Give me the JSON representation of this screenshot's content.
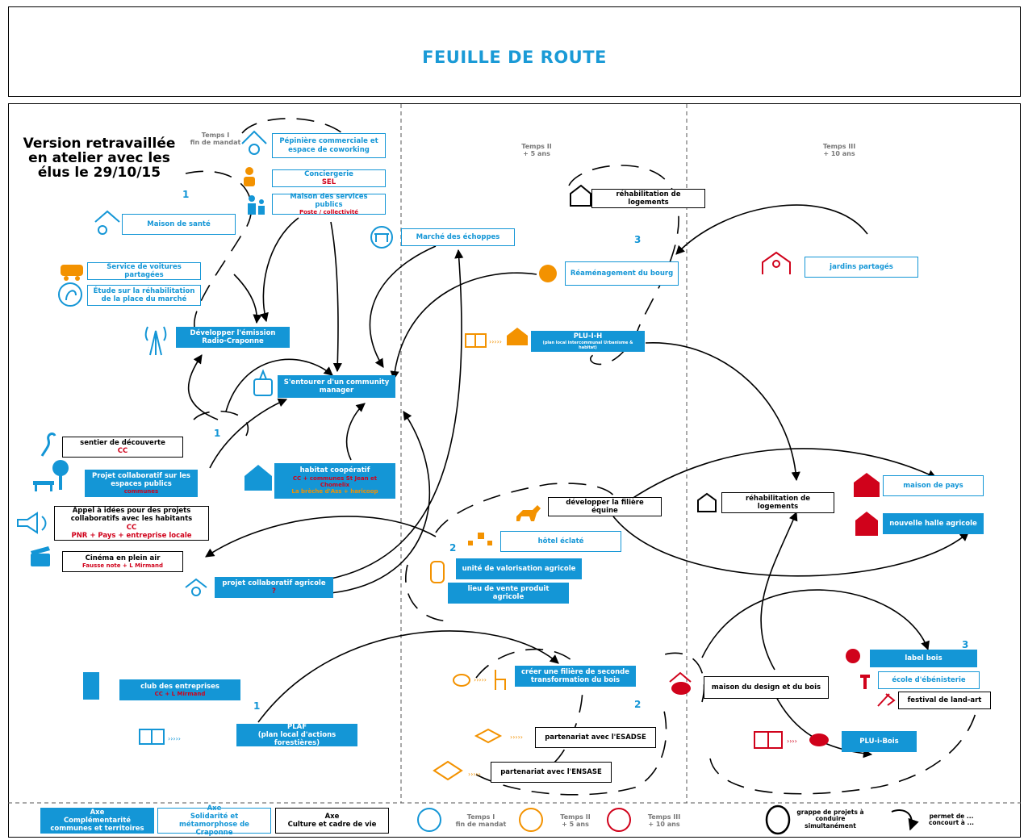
{
  "title": "FEUILLE DE ROUTE",
  "note": "Version retravaillée en atelier avec les élus le 29/10/15",
  "phases": [
    {
      "label": "Temps I",
      "sub": "fin de mandat"
    },
    {
      "label": "Temps II",
      "sub": "+ 5 ans"
    },
    {
      "label": "Temps III",
      "sub": "+ 10 ans"
    }
  ],
  "cluster_numbers": [
    "1",
    "3",
    "1",
    "2",
    "3",
    "1",
    "2"
  ],
  "nodes": {
    "pepiniere": "Pépinière commerciale et espace de coworking",
    "conciergerie": "Conciergerie",
    "conciergerie_sub": "SEL",
    "maison_services": "Maison des services publics",
    "maison_services_sub": "Poste / collectivité",
    "maison_sante": "Maison de santé",
    "voitures": "Service de voitures partagées",
    "etude_place": "Étude sur la réhabilitation de la place du marché",
    "radio": "Développer l'émission Radio-Craponne",
    "community": "S'entourer d'un community manager",
    "marche_echoppes": "Marché des échoppes",
    "rehab_logements_1": "réhabilitation de logements",
    "reamenagement": "Réaménagement du bourg",
    "plu_ih": "PLU-I-H",
    "plu_ih_sub": "(plan local intercommunal Urbanisme & habitat)",
    "jardins": "jardins partagés",
    "sentier": "sentier de découverte",
    "sentier_sub": "CC",
    "projet_espaces": "Projet collaboratif sur les espaces publics",
    "projet_espaces_sub": "communes",
    "appel": "Appel à idées pour des projets collaboratifs avec les habitants",
    "appel_sub1": "CC",
    "appel_sub2": "PNR + Pays + entreprise locale",
    "cinema": "Cinéma en plein air",
    "cinema_sub": "Fausse note + L Mirmand",
    "habitat": "habitat coopératif",
    "habitat_sub1": "CC + communes St Jean et Chomelix",
    "habitat_sub2": "La brèche d'Ass + haricoop",
    "projet_agricole": "projet collaboratif agricole",
    "projet_agricole_sub": "?",
    "filiere_equine": "développer la filière équine",
    "hotel": "hôtel éclaté",
    "unite": "unité de valorisation agricole",
    "lieu_vente": "lieu de vente produit agricole",
    "rehab_logements_2": "réhabilitation de logements",
    "maison_pays": "maison de pays",
    "halle": "nouvelle halle agricole",
    "club": "club des entreprises",
    "club_sub": "CC + L Mirmand",
    "plaf": "PLAF",
    "plaf_sub": "(plan local d'actions forestières)",
    "seconde_transfo": "créer une filière de seconde transformation du bois",
    "esadse": "partenariat avec l'ESADSE",
    "ensase": "partenariat avec l'ENSASE",
    "maison_design": "maison du design et du bois",
    "label_bois": "label bois",
    "ecole": "école d'ébénisterie",
    "festival": "festival de land-art",
    "plu_bois": "PLU-i-Bois"
  },
  "legend": {
    "axe1_title": "Axe",
    "axe1": "Complémentarité communes et territoires",
    "axe2_title": "Axe",
    "axe2": "Solidarité et métamorphose de Craponne",
    "axe3_title": "Axe",
    "axe3": "Culture et cadre de vie",
    "t1": "Temps I",
    "t1_sub": "fin de mandat",
    "t2": "Temps II",
    "t2_sub": "+ 5 ans",
    "t3": "Temps III",
    "t3_sub": "+ 10 ans",
    "grappe": "grappe de projets à conduire simultanément",
    "permet": "permet de ... concourt à ..."
  },
  "colors": {
    "blue": "#1496d6",
    "orange": "#f39200",
    "red": "#d0021b"
  },
  "icons": [
    "house-hands-icon",
    "person-icon",
    "family-icon",
    "stethoscope-house-icon",
    "car-icon",
    "ear-icon",
    "antenna-icon",
    "thumbs-up-icon",
    "market-stall-icon",
    "house-outline-icon",
    "circle-icon",
    "book-icon",
    "house-icon",
    "plant-hands-icon",
    "path-icon",
    "bench-tree-icon",
    "megaphone-icon",
    "clapper-icon",
    "coop-house-icon",
    "horse-icon",
    "chairs-icon",
    "silo-icon",
    "barn-icon",
    "building-icon",
    "log-icon",
    "chair-icon",
    "handshake-icon",
    "seal-icon",
    "screw-icon",
    "axe-icon"
  ]
}
